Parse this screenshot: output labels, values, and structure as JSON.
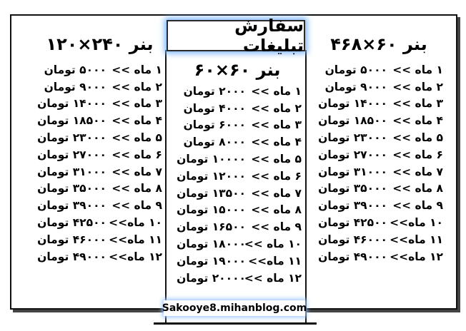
{
  "title": "سفارش تبلیغات",
  "url": "Sakooye8.mihanblog.com",
  "columns": {
    "right": {
      "title": "بنر ۶۰×۴۶۸",
      "rows": [
        {
          "m": "۱ ماه >>",
          "p": "۵۰۰۰ تومان"
        },
        {
          "m": "۲ ماه >>",
          "p": "۹۰۰۰ تومان"
        },
        {
          "m": "۳ ماه >>",
          "p": "۱۴۰۰۰ تومان"
        },
        {
          "m": "۴ ماه >>",
          "p": "۱۸۵۰۰ تومان"
        },
        {
          "m": "۵ ماه >>",
          "p": "۲۳۰۰۰ تومان"
        },
        {
          "m": "۶ ماه >>",
          "p": "۲۷۰۰۰ تومان"
        },
        {
          "m": "۷ ماه >>",
          "p": "۳۱۰۰۰ تومان"
        },
        {
          "m": "۸ ماه >>",
          "p": "۳۵۰۰۰ تومان"
        },
        {
          "m": "۹ ماه >>",
          "p": "۳۹۰۰۰ تومان"
        },
        {
          "m": "۱۰ ماه>>",
          "p": "۴۲۵۰۰ تومان"
        },
        {
          "m": "۱۱ ماه>>",
          "p": "۴۶۰۰۰ تومان"
        },
        {
          "m": "۱۲ ماه>>",
          "p": "۴۹۰۰۰ تومان"
        }
      ]
    },
    "middle": {
      "title": "بنر ۶۰×۶۰",
      "rows": [
        {
          "m": "۱ ماه >>",
          "p": "۲۰۰۰ تومان"
        },
        {
          "m": "۲ ماه >>",
          "p": "۴۰۰۰ تومان"
        },
        {
          "m": "۳ ماه >>",
          "p": "۶۰۰۰ تومان"
        },
        {
          "m": "۴ ماه >>",
          "p": "۸۰۰۰ تومان"
        },
        {
          "m": "۵ ماه >>",
          "p": "۱۰۰۰۰ تومان"
        },
        {
          "m": "۶ ماه >>",
          "p": "۱۲۰۰۰ تومان"
        },
        {
          "m": "۷ ماه >>",
          "p": "۱۳۵۰۰ تومان"
        },
        {
          "m": "۸ ماه >>",
          "p": "۱۵۰۰۰ تومان"
        },
        {
          "m": "۹ ماه >>",
          "p": "۱۶۵۰۰ تومان"
        },
        {
          "m": "۱۰ ماه >>",
          "p": "۱۸۰۰۰ تومان"
        },
        {
          "m": "۱۱ ماه>>",
          "p": "۱۹۰۰۰ تومان"
        },
        {
          "m": "۱۲ ماه >>",
          "p": "۲۰۰۰۰ تومان"
        }
      ]
    },
    "left": {
      "title": "بنر ۲۴۰×۱۲۰",
      "rows": [
        {
          "m": "۱ ماه >>",
          "p": "۵۰۰۰ تومان"
        },
        {
          "m": "۲ ماه >>",
          "p": "۹۰۰۰ تومان"
        },
        {
          "m": "۳ ماه >>",
          "p": "۱۴۰۰۰ تومان"
        },
        {
          "m": "۴ ماه >>",
          "p": "۱۸۵۰۰ تومان"
        },
        {
          "m": "۵ ماه >>",
          "p": "۲۳۰۰۰ تومان"
        },
        {
          "m": "۶ ماه >>",
          "p": "۲۷۰۰۰ تومان"
        },
        {
          "m": "۷ ماه >>",
          "p": "۳۱۰۰۰ تومان"
        },
        {
          "m": "۸ ماه >>",
          "p": "۳۵۰۰۰ تومان"
        },
        {
          "m": "۹ ماه >>",
          "p": "۳۹۰۰۰ تومان"
        },
        {
          "m": "۱۰ ماه>>",
          "p": "۴۲۵۰۰ تومان"
        },
        {
          "m": "۱۱ ماه>>",
          "p": "۴۶۰۰۰ تومان"
        },
        {
          "m": "۱۲ ماه>>",
          "p": "۴۹۰۰۰ تومان"
        }
      ]
    }
  }
}
